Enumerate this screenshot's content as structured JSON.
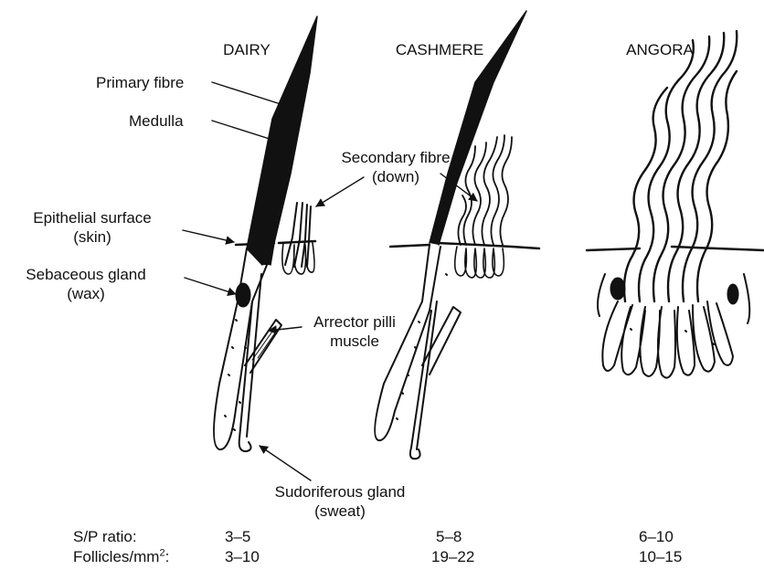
{
  "headers": {
    "dairy": "DAIRY",
    "cashmere": "CASHMERE",
    "angora": "ANGORA"
  },
  "labels": {
    "primary_fibre": "Primary fibre",
    "medulla": "Medulla",
    "secondary_fibre_line1": "Secondary fibre",
    "secondary_fibre_line2": "(down)",
    "epithelial_line1": "Epithelial surface",
    "epithelial_line2": "(skin)",
    "sebaceous_line1": "Sebaceous gland",
    "sebaceous_line2": "(wax)",
    "arrector_line1": "Arrector pilli",
    "arrector_line2": "muscle",
    "sudoriferous_line1": "Sudoriferous gland",
    "sudoriferous_line2": "(sweat)"
  },
  "table": {
    "sp_label": "S/P ratio:",
    "follicles_label": "Follicles/mm",
    "follicles_exp": "2",
    "follicles_colon": ":",
    "sp": [
      "3–5",
      "5–8",
      "6–10"
    ],
    "follicles": [
      "3–10",
      "19–22",
      "10–15"
    ]
  }
}
